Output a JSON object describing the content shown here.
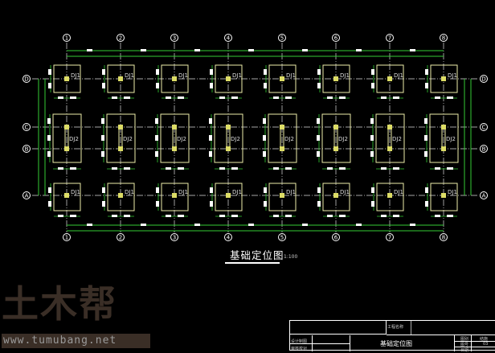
{
  "drawing": {
    "columns": [
      "1",
      "2",
      "3",
      "4",
      "5",
      "6",
      "7",
      "8"
    ],
    "rows": [
      "D",
      "C",
      "B",
      "A"
    ],
    "footings": {
      "edge": "DJ1",
      "middle": "DJ2"
    },
    "colors": {
      "axis": "#dddddd",
      "dim": "#33cc33",
      "footing": "#eeeeaa",
      "column": "#dddd66"
    }
  },
  "title": {
    "name": "基础定位图",
    "scale": "1:100"
  },
  "title_block": {
    "project_label": "工程名称",
    "designer_label": "设计制图",
    "checker_label": "审核校对",
    "drawing_name": "基础定位图",
    "category_label": "图别",
    "category_value": "结施",
    "number_label": "图号",
    "number_value": "03",
    "date_label": "日期"
  },
  "watermark": {
    "logo": "土木帮",
    "url": "www.tumubang.net"
  }
}
